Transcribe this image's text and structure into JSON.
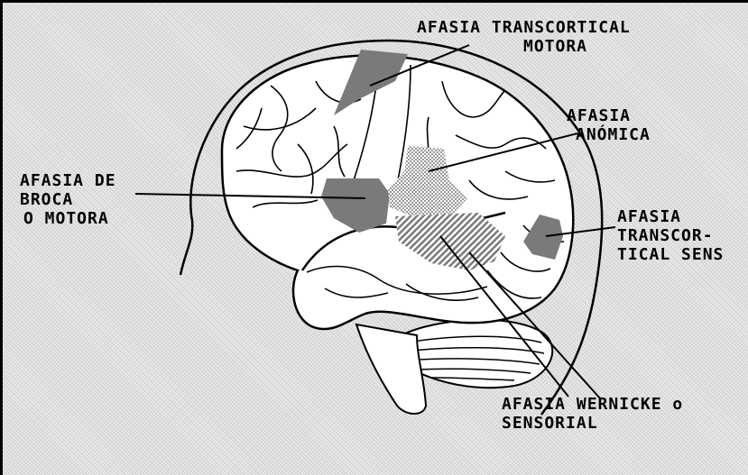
{
  "labels": {
    "transcortical_motora": {
      "line1": "AFASIA TRANSCORTICAL",
      "line2": "MOTORA"
    },
    "anomica": {
      "line1": "AFASIA",
      "line2": "ANÓMICA"
    },
    "broca": {
      "line1": "AFASIA DE",
      "line2": "BROCA",
      "line3": "O MOTORA"
    },
    "transcortical_sensorial": {
      "line1": "AFASIA",
      "line2": "TRANSCOR-",
      "line3": "TICAL SENS"
    },
    "wernicke": {
      "line1": "AFASIA WERNICKE o",
      "line2": "SENSORIAL"
    }
  },
  "colors": {
    "background": "#e3e3e3",
    "brain": "#ffffff",
    "outline": "#000000",
    "area_fill": "#7a7a7a",
    "area_hatch": "#9a9a9a"
  }
}
